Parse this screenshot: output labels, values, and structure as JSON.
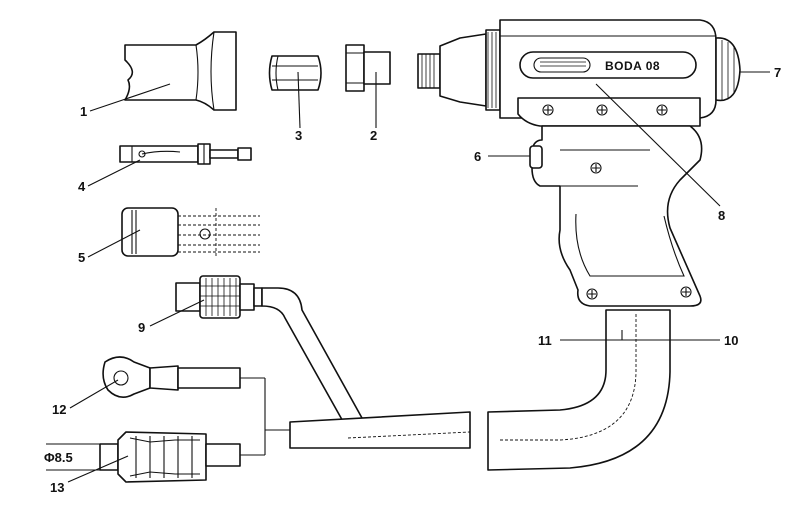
{
  "diagram": {
    "gun_label": "BODA  08",
    "dimension_label": "Φ8.5",
    "callouts": [
      {
        "id": "c1",
        "text": "1"
      },
      {
        "id": "c2",
        "text": "2"
      },
      {
        "id": "c3",
        "text": "3"
      },
      {
        "id": "c4",
        "text": "4"
      },
      {
        "id": "c5",
        "text": "5"
      },
      {
        "id": "c6",
        "text": "6"
      },
      {
        "id": "c7",
        "text": "7"
      },
      {
        "id": "c8",
        "text": "8"
      },
      {
        "id": "c9",
        "text": "9"
      },
      {
        "id": "c10",
        "text": "10"
      },
      {
        "id": "c11",
        "text": "11"
      },
      {
        "id": "c12",
        "text": "12"
      },
      {
        "id": "c13",
        "text": "13"
      }
    ]
  }
}
